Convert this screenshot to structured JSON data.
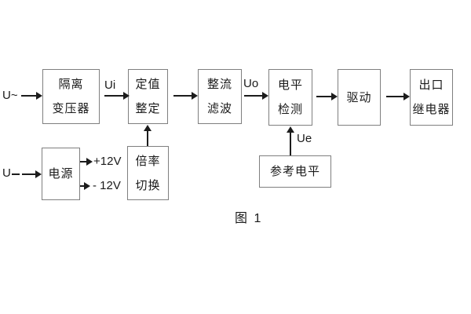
{
  "figure": {
    "caption": "图 1"
  },
  "inputs": {
    "ac_label": "U~",
    "dc_label": "U"
  },
  "signals": {
    "ui": "Ui",
    "uo": "Uo",
    "ue": "Ue"
  },
  "power_rails": {
    "positive": "+12V",
    "negative": "- 12V"
  },
  "blocks": {
    "isolation_transformer": {
      "line1": "隔离",
      "line2": "变压器"
    },
    "value_setting": {
      "line1": "定值",
      "line2": "整定"
    },
    "rectify_filter": {
      "line1": "整流",
      "line2": "滤波"
    },
    "level_detect": {
      "line1": "电平",
      "line2": "检测"
    },
    "drive": {
      "label": "驱动"
    },
    "outlet_relay": {
      "line1": "出口",
      "line2": "继电器"
    },
    "power_supply": {
      "label": "电源"
    },
    "ratio_switch": {
      "line1": "倍率",
      "line2": "切换"
    },
    "reference_level": {
      "label": "参考电平"
    }
  },
  "colors": {
    "background": "#ffffff",
    "box_border": "#7f7f7f",
    "line": "#1c1c1c",
    "text": "#1a1a1a"
  }
}
